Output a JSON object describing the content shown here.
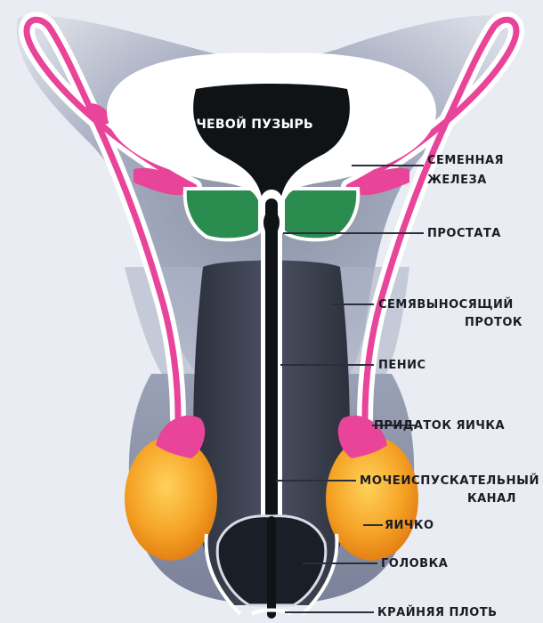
{
  "diagram": {
    "bladder_label": "МОЧЕВОЙ ПУЗЫРЬ",
    "labels": {
      "seminal_vesicle": [
        "СЕМЕННАЯ",
        "ЖЕЛЕЗА"
      ],
      "prostate": "ПРОСТАТА",
      "vas_deferens": [
        "СЕМЯВЫНОСЯЩИЙ",
        "ПРОТОК"
      ],
      "penis": "ПЕНИС",
      "epididymis": "ПРИДАТОК ЯИЧКА",
      "urethra": [
        "МОЧЕИСПУСКАТЕЛЬНЫЙ",
        "КАНАЛ"
      ],
      "testis": "ЯИЧКО",
      "glans": "ГОЛОВКА",
      "foreskin": "КРАЙНЯЯ ПЛОТЬ"
    },
    "colors": {
      "background": "#e9ecf2",
      "tissue": "#9ba2b8",
      "tissue_dark": "#5c6379",
      "dark": "#101316",
      "duct_pink": "#e8449a",
      "prostate_green": "#2a8c4e",
      "testis_orange": "#f5a326",
      "white": "#ffffff"
    }
  }
}
